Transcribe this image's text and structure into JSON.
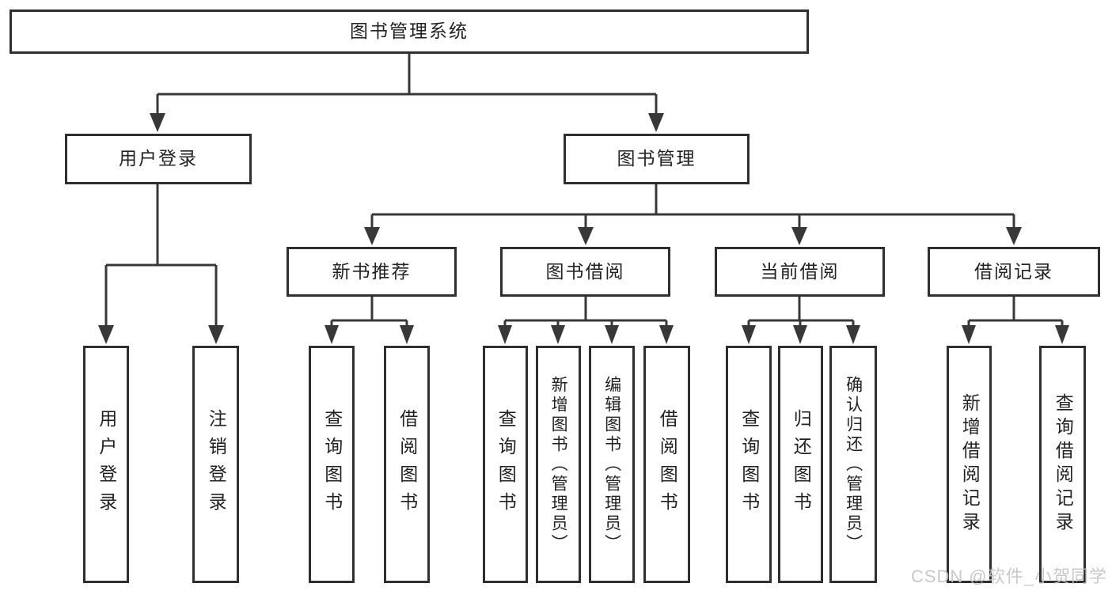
{
  "tree": {
    "label": "图书管理系统",
    "children": [
      {
        "label": "用户登录",
        "children": [
          {
            "label": "用户登录"
          },
          {
            "label": "注销登录"
          }
        ]
      },
      {
        "label": "图书管理",
        "children": [
          {
            "label": "新书推荐",
            "children": [
              {
                "label": "查询图书"
              },
              {
                "label": "借阅图书"
              }
            ]
          },
          {
            "label": "图书借阅",
            "children": [
              {
                "label": "查询图书"
              },
              {
                "label": "新增图书（管理员）"
              },
              {
                "label": "编辑图书（管理员）"
              },
              {
                "label": "借阅图书"
              }
            ]
          },
          {
            "label": "当前借阅",
            "children": [
              {
                "label": "查询图书"
              },
              {
                "label": "归还图书"
              },
              {
                "label": "确认归还（管理员）"
              }
            ]
          },
          {
            "label": "借阅记录",
            "children": [
              {
                "label": "新增借阅记录"
              },
              {
                "label": "查询借阅记录"
              }
            ]
          }
        ]
      }
    ]
  },
  "watermark": {
    "text": "CSDN @软件_小贺同学"
  },
  "colors": {
    "line": "#383838",
    "border": "#2f2f2f",
    "text": "#222222",
    "watermark": "#c4c4c4",
    "background": "#ffffff"
  }
}
